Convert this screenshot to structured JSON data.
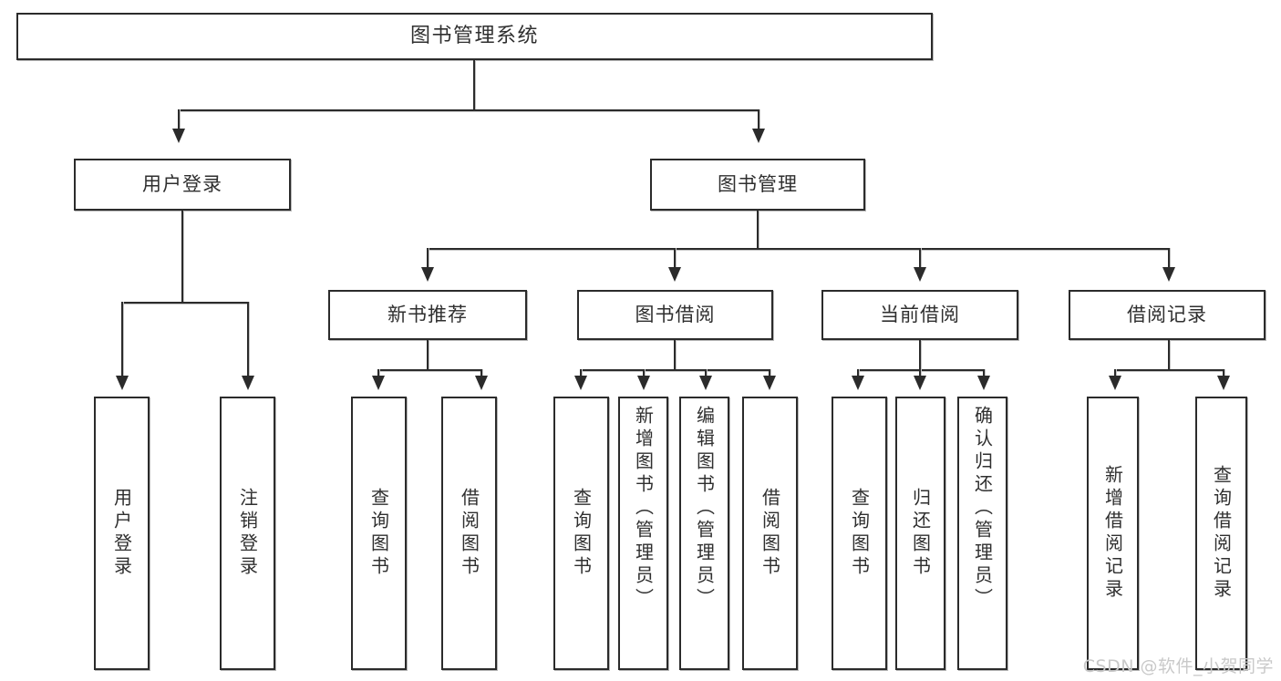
{
  "diagram": {
    "title": "图书管理系统",
    "type": "tree",
    "watermark": "CSDN @软件_小贺同学",
    "colors": {
      "box_border": "#2b2b2b",
      "box_fill": "#ffffff",
      "text": "#2f2f2f",
      "connector": "#2b2b2b",
      "watermark": "#c9c9c9",
      "page_background": "#ffffff"
    },
    "root": {
      "label": "图书管理系统"
    },
    "level1": [
      {
        "label": "用户登录"
      },
      {
        "label": "图书管理"
      }
    ],
    "level2": [
      {
        "label": "新书推荐"
      },
      {
        "label": "图书借阅"
      },
      {
        "label": "当前借阅"
      },
      {
        "label": "借阅记录"
      }
    ],
    "leaves": {
      "user_login": [
        {
          "label": "用户登录"
        },
        {
          "label": "注销登录"
        }
      ],
      "new_book_recommend": [
        {
          "label": "查询图书"
        },
        {
          "label": "借阅图书"
        }
      ],
      "book_borrow": [
        {
          "label": "查询图书"
        },
        {
          "label": "新增图书（管理员）"
        },
        {
          "label": "编辑图书（管理员）"
        },
        {
          "label": "借阅图书"
        }
      ],
      "current_borrow": [
        {
          "label": "查询图书"
        },
        {
          "label": "归还图书"
        },
        {
          "label": "确认归还（管理员）"
        }
      ],
      "borrow_record": [
        {
          "label": "新增借阅记录"
        },
        {
          "label": "查询借阅记录"
        }
      ]
    }
  }
}
